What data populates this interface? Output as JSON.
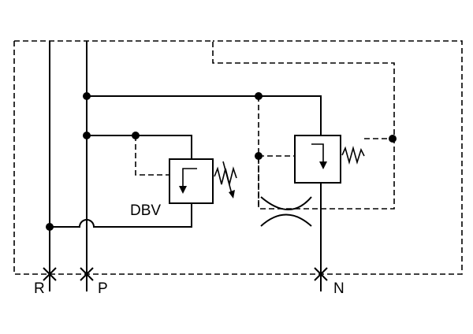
{
  "diagram": {
    "port_labels": {
      "r": "R",
      "p": "P",
      "n": "N"
    },
    "valve_label": "DBV",
    "colors": {
      "line": "#000000",
      "background": "#ffffff"
    }
  }
}
